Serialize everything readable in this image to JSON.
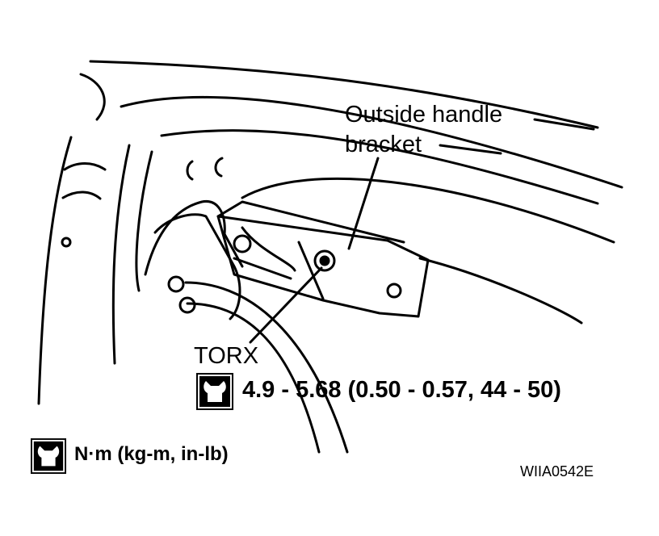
{
  "labels": {
    "outside_handle": "Outside handle",
    "bracket": "bracket",
    "torx": "TORX",
    "torque_spec": "4.9 - 5.68 (0.50 - 0.57, 44 - 50)",
    "units_legend": "N·m (kg-m, in-lb)",
    "figure_code": "WIIA0542E"
  },
  "icons": {
    "torque": "torque-wrench-icon",
    "legend": "torque-wrench-icon"
  }
}
